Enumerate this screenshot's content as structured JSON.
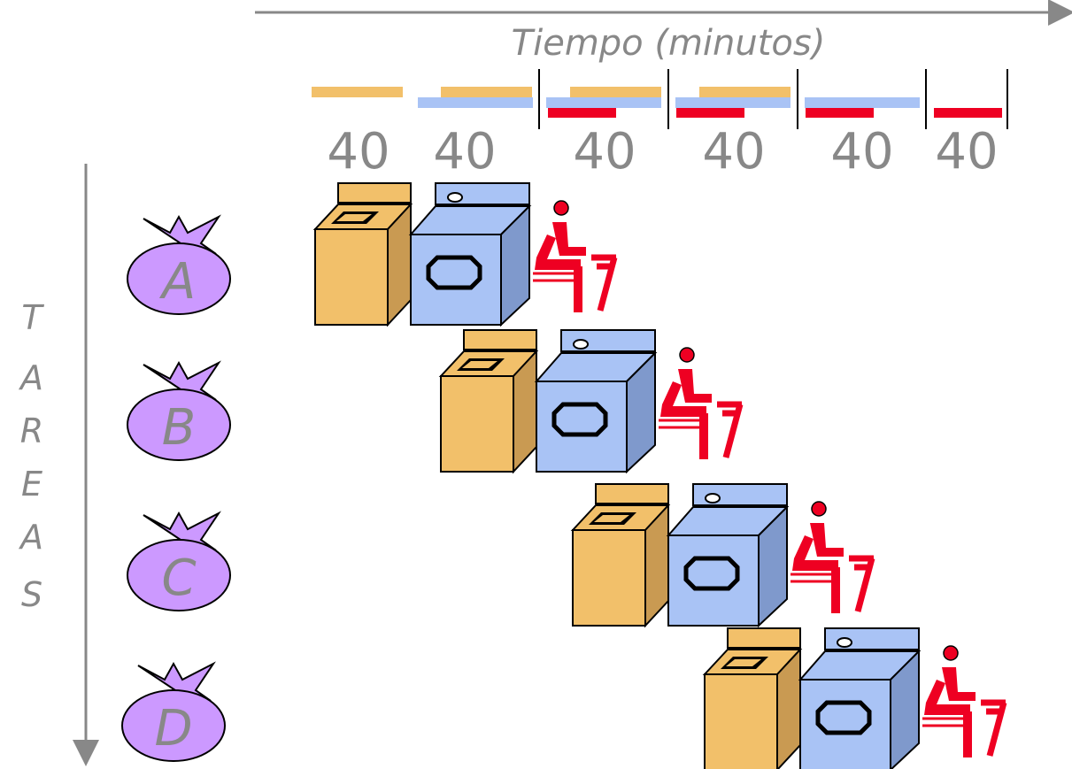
{
  "time_axis": {
    "label": "Tiempo (minutos)",
    "intervals": [
      "40",
      "40",
      "40",
      "40",
      "40",
      "40"
    ]
  },
  "task_axis": {
    "label_letters": [
      "T",
      "A",
      "R",
      "E",
      "A",
      "S"
    ]
  },
  "tasks": [
    {
      "label": "A"
    },
    {
      "label": "B"
    },
    {
      "label": "C"
    },
    {
      "label": "D"
    }
  ],
  "colors": {
    "washer": "#f2c06a",
    "washer_side": "#c99a52",
    "dryer": "#a9c3f5",
    "dryer_side": "#7f99cc",
    "folder": "#ee0022",
    "bag": "#cc99ff",
    "axis": "#888888",
    "number": "#888888"
  }
}
